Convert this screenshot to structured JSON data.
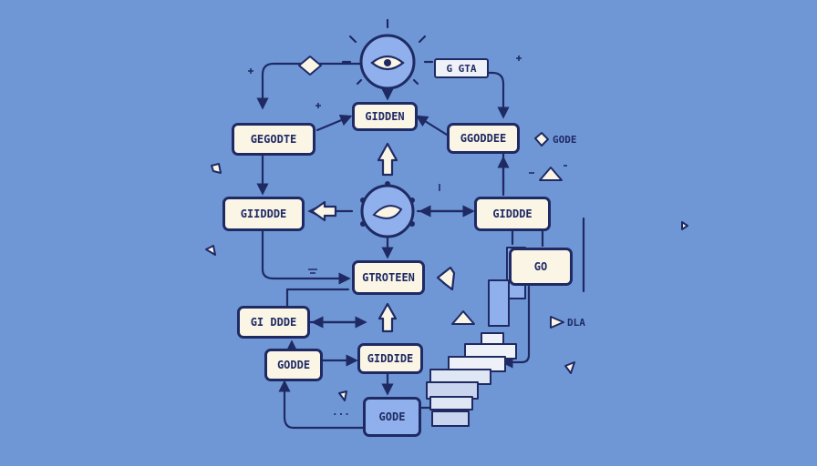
{
  "nodes": {
    "top_right_tag": "G GTA",
    "gidden": "GIDDEN",
    "gegodte": "GEGODTE",
    "ggoddee": "GGODDEE",
    "giidddde": "GIIDDDE",
    "giddde_right": "GIDDDE",
    "go": "GO",
    "gtroteen": "GTROTEEN",
    "gi_ddde": "GI DDDE",
    "godde": "GODDE",
    "giddide": "GIDDIDE",
    "gode_bottom": "GODE"
  },
  "annotations": {
    "gode_note": "GODE",
    "dla_note": "DLA",
    "ellipsis_note": "..."
  },
  "colors": {
    "background": "#6f97d6",
    "ink": "#1f2a63",
    "node_fill": "#fbf5e6",
    "accent_blue": "#8fb0ec"
  },
  "icons": [
    "eye-icon",
    "sun-rays-icon",
    "diamond-icon",
    "up-arrow-icon",
    "left-arrow-icon",
    "sparkle-icon",
    "stair-blocks-icon"
  ]
}
